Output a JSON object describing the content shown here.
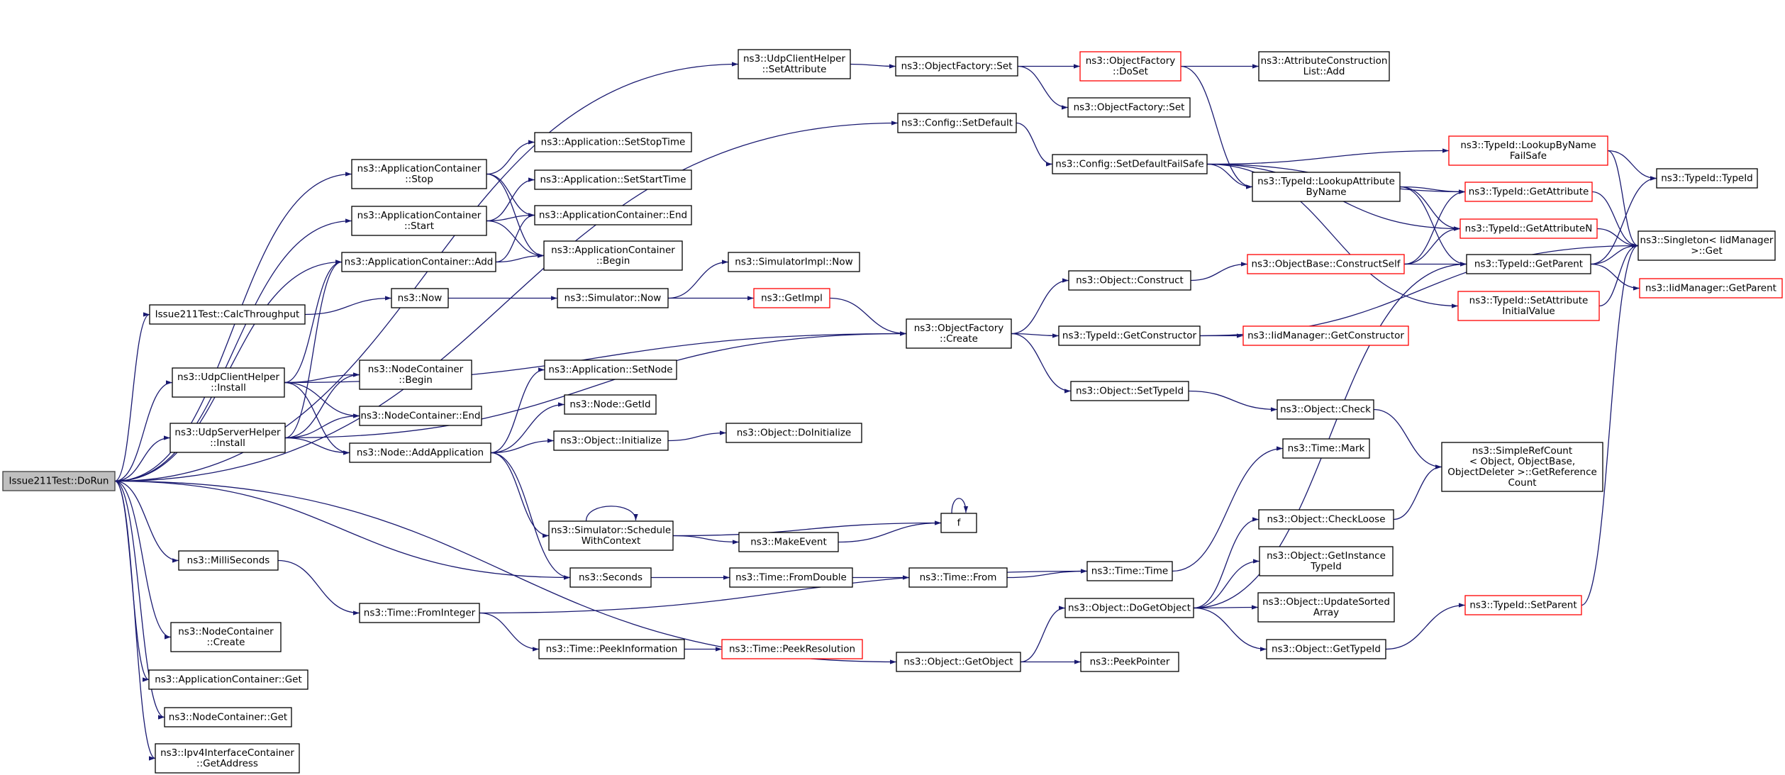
{
  "title": "",
  "nodes": [
    {
      "id": "dorun",
      "lines": [
        "Issue211Test::DoRun"
      ],
      "style": "root"
    },
    {
      "id": "udpClientHelperSetAttr",
      "lines": [
        "ns3::UdpClientHelper",
        "::SetAttribute"
      ]
    },
    {
      "id": "configSetDefault",
      "lines": [
        "ns3::Config::SetDefault"
      ]
    },
    {
      "id": "appContStop",
      "lines": [
        "ns3::ApplicationContainer",
        "::Stop"
      ]
    },
    {
      "id": "appContStart",
      "lines": [
        "ns3::ApplicationContainer",
        "::Start"
      ]
    },
    {
      "id": "appContAdd",
      "lines": [
        "ns3::ApplicationContainer::Add"
      ]
    },
    {
      "id": "calcThroughput",
      "lines": [
        "Issue211Test::CalcThroughput"
      ]
    },
    {
      "id": "udpClientHelperInstall",
      "lines": [
        "ns3::UdpClientHelper",
        "::Install"
      ]
    },
    {
      "id": "udpServerHelperInstall",
      "lines": [
        "ns3::UdpServerHelper",
        "::Install"
      ]
    },
    {
      "id": "milliSeconds",
      "lines": [
        "ns3::MilliSeconds"
      ]
    },
    {
      "id": "nodeContCreate",
      "lines": [
        "ns3::NodeContainer",
        "::Create"
      ]
    },
    {
      "id": "appContGet",
      "lines": [
        "ns3::ApplicationContainer::Get"
      ]
    },
    {
      "id": "nodeContGet",
      "lines": [
        "ns3::NodeContainer::Get"
      ]
    },
    {
      "id": "ipv4GetAddress",
      "lines": [
        "ns3::Ipv4InterfaceContainer",
        "::GetAddress"
      ]
    },
    {
      "id": "appSetStopTime",
      "lines": [
        "ns3::Application::SetStopTime"
      ]
    },
    {
      "id": "appSetStartTime",
      "lines": [
        "ns3::Application::SetStartTime"
      ]
    },
    {
      "id": "appContEnd",
      "lines": [
        "ns3::ApplicationContainer::End"
      ]
    },
    {
      "id": "appContBegin",
      "lines": [
        "ns3::ApplicationContainer",
        "::Begin"
      ]
    },
    {
      "id": "now",
      "lines": [
        "ns3::Now"
      ]
    },
    {
      "id": "nodeContBegin",
      "lines": [
        "ns3::NodeContainer",
        "::Begin"
      ]
    },
    {
      "id": "nodeContEnd",
      "lines": [
        "ns3::NodeContainer::End"
      ]
    },
    {
      "id": "nodeAddApp",
      "lines": [
        "ns3::Node::AddApplication"
      ]
    },
    {
      "id": "timeFromInteger",
      "lines": [
        "ns3::Time::FromInteger"
      ]
    },
    {
      "id": "objFactorySet",
      "lines": [
        "ns3::ObjectFactory::Set"
      ]
    },
    {
      "id": "simulatorNow",
      "lines": [
        "ns3::Simulator::Now"
      ]
    },
    {
      "id": "appSetNode",
      "lines": [
        "ns3::Application::SetNode"
      ]
    },
    {
      "id": "nodeGetId",
      "lines": [
        "ns3::Node::GetId"
      ]
    },
    {
      "id": "objInitialize",
      "lines": [
        "ns3::Object::Initialize"
      ]
    },
    {
      "id": "simScheduleWithContext",
      "lines": [
        "ns3::Simulator::Schedule",
        "WithContext"
      ]
    },
    {
      "id": "seconds",
      "lines": [
        "ns3::Seconds"
      ]
    },
    {
      "id": "timePeekInformation",
      "lines": [
        "ns3::Time::PeekInformation"
      ]
    },
    {
      "id": "simImplNow",
      "lines": [
        "ns3::SimulatorImpl::Now"
      ]
    },
    {
      "id": "getImpl",
      "lines": [
        "ns3::GetImpl"
      ],
      "style": "red"
    },
    {
      "id": "objDoInitialize",
      "lines": [
        "ns3::Object::DoInitialize"
      ]
    },
    {
      "id": "makeEvent",
      "lines": [
        "ns3::MakeEvent"
      ]
    },
    {
      "id": "timeFromDouble",
      "lines": [
        "ns3::Time::FromDouble"
      ]
    },
    {
      "id": "timePeekResolution",
      "lines": [
        "ns3::Time::PeekResolution"
      ],
      "style": "red"
    },
    {
      "id": "objGetObject",
      "lines": [
        "ns3::Object::GetObject"
      ]
    },
    {
      "id": "objFactoryCreate",
      "lines": [
        "ns3::ObjectFactory",
        "::Create"
      ]
    },
    {
      "id": "f",
      "lines": [
        "f"
      ]
    },
    {
      "id": "timeFrom",
      "lines": [
        "ns3::Time::From"
      ]
    },
    {
      "id": "objFactoryDoSet",
      "lines": [
        "ns3::ObjectFactory",
        "::DoSet"
      ],
      "style": "red"
    },
    {
      "id": "objFactorySet2",
      "lines": [
        "ns3::ObjectFactory::Set"
      ]
    },
    {
      "id": "configSetDefaultFailSafe",
      "lines": [
        "ns3::Config::SetDefaultFailSafe"
      ]
    },
    {
      "id": "objConstruct",
      "lines": [
        "ns3::Object::Construct"
      ]
    },
    {
      "id": "typeIdGetConstructor",
      "lines": [
        "ns3::TypeId::GetConstructor"
      ]
    },
    {
      "id": "objSetTypeId",
      "lines": [
        "ns3::Object::SetTypeId"
      ]
    },
    {
      "id": "timeTime",
      "lines": [
        "ns3::Time::Time"
      ]
    },
    {
      "id": "objDoGetObject",
      "lines": [
        "ns3::Object::DoGetObject"
      ]
    },
    {
      "id": "peekPointer",
      "lines": [
        "ns3::PeekPointer"
      ]
    },
    {
      "id": "attrConstructionListAdd",
      "lines": [
        "ns3::AttributeConstruction",
        "List::Add"
      ]
    },
    {
      "id": "typeIdLookupAttrByName",
      "lines": [
        "ns3::TypeId::LookupAttribute",
        "ByName"
      ]
    },
    {
      "id": "objBaseConstructSelf",
      "lines": [
        "ns3::ObjectBase::ConstructSelf"
      ],
      "style": "red"
    },
    {
      "id": "iidMgrGetConstructor",
      "lines": [
        "ns3::IidManager::GetConstructor"
      ],
      "style": "red"
    },
    {
      "id": "objCheck",
      "lines": [
        "ns3::Object::Check"
      ]
    },
    {
      "id": "timeMark",
      "lines": [
        "ns3::Time::Mark"
      ]
    },
    {
      "id": "objCheckLoose",
      "lines": [
        "ns3::Object::CheckLoose"
      ]
    },
    {
      "id": "objGetInstanceTypeId",
      "lines": [
        "ns3::Object::GetInstance",
        "TypeId"
      ]
    },
    {
      "id": "objUpdateSortedArray",
      "lines": [
        "ns3::Object::UpdateSorted",
        "Array"
      ]
    },
    {
      "id": "objGetTypeId",
      "lines": [
        "ns3::Object::GetTypeId"
      ]
    },
    {
      "id": "typeIdLookupByNameFailSafe",
      "lines": [
        "ns3::TypeId::LookupByName",
        "FailSafe"
      ],
      "style": "red"
    },
    {
      "id": "typeIdGetAttribute",
      "lines": [
        "ns3::TypeId::GetAttribute"
      ],
      "style": "red"
    },
    {
      "id": "typeIdGetAttributeN",
      "lines": [
        "ns3::TypeId::GetAttributeN"
      ],
      "style": "red"
    },
    {
      "id": "typeIdGetParent",
      "lines": [
        "ns3::TypeId::GetParent"
      ]
    },
    {
      "id": "typeIdSetAttrInitialValue",
      "lines": [
        "ns3::TypeId::SetAttribute",
        "InitialValue"
      ],
      "style": "red"
    },
    {
      "id": "simpleRefCount",
      "lines": [
        "ns3::SimpleRefCount",
        "< Object, ObjectBase,",
        "ObjectDeleter >::GetReference",
        "Count"
      ]
    },
    {
      "id": "typeIdSetParent",
      "lines": [
        "ns3::TypeId::SetParent"
      ],
      "style": "red"
    },
    {
      "id": "typeIdTypeId",
      "lines": [
        "ns3::TypeId::TypeId"
      ]
    },
    {
      "id": "singletonGet",
      "lines": [
        "ns3::Singleton< IidManager",
        ">::Get"
      ]
    },
    {
      "id": "iidMgrGetParent",
      "lines": [
        "ns3::IidManager::GetParent"
      ],
      "style": "red"
    }
  ],
  "edges": [
    [
      "dorun",
      "udpClientHelperSetAttr"
    ],
    [
      "dorun",
      "configSetDefault"
    ],
    [
      "dorun",
      "appContStop"
    ],
    [
      "dorun",
      "appContStart"
    ],
    [
      "dorun",
      "appContAdd"
    ],
    [
      "dorun",
      "calcThroughput"
    ],
    [
      "dorun",
      "udpClientHelperInstall"
    ],
    [
      "dorun",
      "udpServerHelperInstall"
    ],
    [
      "dorun",
      "milliSeconds"
    ],
    [
      "dorun",
      "nodeContCreate"
    ],
    [
      "dorun",
      "appContGet"
    ],
    [
      "dorun",
      "nodeContGet"
    ],
    [
      "dorun",
      "ipv4GetAddress"
    ],
    [
      "dorun",
      "seconds"
    ],
    [
      "dorun",
      "objGetObject"
    ],
    [
      "udpClientHelperSetAttr",
      "objFactorySet"
    ],
    [
      "objFactorySet",
      "objFactoryDoSet"
    ],
    [
      "objFactorySet",
      "objFactorySet2"
    ],
    [
      "objFactoryDoSet",
      "attrConstructionListAdd"
    ],
    [
      "objFactoryDoSet",
      "typeIdLookupAttrByName"
    ],
    [
      "configSetDefault",
      "configSetDefaultFailSafe"
    ],
    [
      "configSetDefaultFailSafe",
      "typeIdLookupByNameFailSafe"
    ],
    [
      "configSetDefaultFailSafe",
      "typeIdGetAttribute"
    ],
    [
      "configSetDefaultFailSafe",
      "typeIdLookupAttrByName"
    ],
    [
      "configSetDefaultFailSafe",
      "typeIdGetAttributeN"
    ],
    [
      "configSetDefaultFailSafe",
      "typeIdSetAttrInitialValue"
    ],
    [
      "typeIdLookupByNameFailSafe",
      "typeIdTypeId"
    ],
    [
      "typeIdLookupByNameFailSafe",
      "singletonGet"
    ],
    [
      "typeIdLookupAttrByName",
      "typeIdGetAttribute"
    ],
    [
      "typeIdLookupAttrByName",
      "typeIdGetAttributeN"
    ],
    [
      "typeIdLookupAttrByName",
      "typeIdGetParent"
    ],
    [
      "typeIdGetAttribute",
      "singletonGet"
    ],
    [
      "typeIdGetAttributeN",
      "singletonGet"
    ],
    [
      "typeIdGetParent",
      "singletonGet"
    ],
    [
      "typeIdGetParent",
      "typeIdTypeId"
    ],
    [
      "typeIdGetParent",
      "iidMgrGetParent"
    ],
    [
      "typeIdSetAttrInitialValue",
      "singletonGet"
    ],
    [
      "appContStop",
      "appSetStopTime"
    ],
    [
      "appContStop",
      "appContEnd"
    ],
    [
      "appContStop",
      "appContBegin"
    ],
    [
      "appContStart",
      "appSetStartTime"
    ],
    [
      "appContStart",
      "appContEnd"
    ],
    [
      "appContStart",
      "appContBegin"
    ],
    [
      "appContAdd",
      "appContEnd"
    ],
    [
      "appContAdd",
      "appContBegin"
    ],
    [
      "calcThroughput",
      "now"
    ],
    [
      "now",
      "simulatorNow"
    ],
    [
      "simulatorNow",
      "simImplNow"
    ],
    [
      "simulatorNow",
      "getImpl"
    ],
    [
      "getImpl",
      "objFactoryCreate"
    ],
    [
      "udpClientHelperInstall",
      "appContAdd"
    ],
    [
      "udpClientHelperInstall",
      "nodeContBegin"
    ],
    [
      "udpClientHelperInstall",
      "nodeContEnd"
    ],
    [
      "udpClientHelperInstall",
      "nodeAddApp"
    ],
    [
      "udpClientHelperInstall",
      "objFactoryCreate"
    ],
    [
      "udpServerHelperInstall",
      "appContAdd"
    ],
    [
      "udpServerHelperInstall",
      "nodeContBegin"
    ],
    [
      "udpServerHelperInstall",
      "nodeContEnd"
    ],
    [
      "udpServerHelperInstall",
      "nodeAddApp"
    ],
    [
      "udpServerHelperInstall",
      "objFactoryCreate"
    ],
    [
      "nodeAddApp",
      "appSetNode"
    ],
    [
      "nodeAddApp",
      "nodeGetId"
    ],
    [
      "nodeAddApp",
      "objInitialize"
    ],
    [
      "nodeAddApp",
      "simScheduleWithContext"
    ],
    [
      "nodeAddApp",
      "seconds"
    ],
    [
      "objInitialize",
      "objDoInitialize"
    ],
    [
      "simScheduleWithContext",
      "simScheduleWithContext"
    ],
    [
      "simScheduleWithContext",
      "makeEvent"
    ],
    [
      "simScheduleWithContext",
      "f"
    ],
    [
      "makeEvent",
      "f"
    ],
    [
      "f",
      "f"
    ],
    [
      "seconds",
      "timeFromDouble"
    ],
    [
      "timeFromDouble",
      "timeFrom"
    ],
    [
      "timeFrom",
      "timeTime"
    ],
    [
      "timeTime",
      "timeMark"
    ],
    [
      "milliSeconds",
      "timeFromInteger"
    ],
    [
      "timeFromInteger",
      "timeTime"
    ],
    [
      "timeFromInteger",
      "timePeekInformation"
    ],
    [
      "timePeekInformation",
      "timePeekResolution"
    ],
    [
      "objGetObject",
      "objDoGetObject"
    ],
    [
      "objGetObject",
      "peekPointer"
    ],
    [
      "objDoGetObject",
      "objCheckLoose"
    ],
    [
      "objDoGetObject",
      "objGetInstanceTypeId"
    ],
    [
      "objDoGetObject",
      "objUpdateSortedArray"
    ],
    [
      "objDoGetObject",
      "objGetTypeId"
    ],
    [
      "objDoGetObject",
      "typeIdGetParent"
    ],
    [
      "objCheckLoose",
      "simpleRefCount"
    ],
    [
      "objGetTypeId",
      "typeIdSetParent"
    ],
    [
      "typeIdSetParent",
      "singletonGet"
    ],
    [
      "objFactoryCreate",
      "objConstruct"
    ],
    [
      "objFactoryCreate",
      "typeIdGetConstructor"
    ],
    [
      "objFactoryCreate",
      "objSetTypeId"
    ],
    [
      "objConstruct",
      "objBaseConstructSelf"
    ],
    [
      "objBaseConstructSelf",
      "typeIdGetAttribute"
    ],
    [
      "objBaseConstructSelf",
      "typeIdGetAttributeN"
    ],
    [
      "objBaseConstructSelf",
      "typeIdGetParent"
    ],
    [
      "typeIdGetConstructor",
      "iidMgrGetConstructor"
    ],
    [
      "typeIdGetConstructor",
      "singletonGet"
    ],
    [
      "objSetTypeId",
      "objCheck"
    ],
    [
      "objCheck",
      "simpleRefCount"
    ]
  ]
}
